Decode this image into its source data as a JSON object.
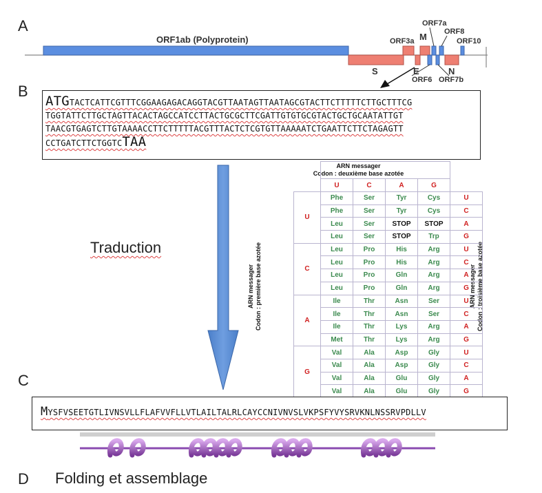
{
  "panels": {
    "a": "A",
    "b": "B",
    "c": "C",
    "d": "D"
  },
  "genome": {
    "orf1ab": "ORF1ab (Polyprotein)",
    "labels": {
      "orf3a": "ORF3a",
      "m": "M",
      "orf7a": "ORF7a",
      "orf8": "ORF8",
      "orf10": "ORF10",
      "s": "S",
      "e": "E",
      "n": "N",
      "orf6": "ORF6",
      "orf7b": "ORF7b"
    },
    "colors": {
      "polyprotein": "#5b8ee0",
      "structural": "#ee7f72"
    }
  },
  "sequence": {
    "start_codon": "ATG",
    "line1": "TACTCATTCGTTTCGGAAGAGACAGGTACGTTAATAGTTAATAGCGTACTTCTTTTTCTTGCTTTCG",
    "line2": "TGGTATTCTTGCTAGTTACACTAGCCATCCTTACTGCGCTTCGATTGTGTGCGTACTGCTGCAATATTGT",
    "line3": "TAACGTGAGTCTTGTAAAACCTTCTTTTTACGTTTACTCTCGTGTTAAAAATCTGAATTCTTCTAGAGTT",
    "line4": "CCTGATCTTCTGGTC",
    "stop_codon": "TAA"
  },
  "translation_label": "Traduction",
  "codon_table": {
    "header_title": "ARN messager",
    "header_sub": "Codon : deuxième base azotée",
    "second_bases": [
      "U",
      "C",
      "A",
      "G"
    ],
    "left_label_1": "ARN messager",
    "left_label_2": "Codon : première base azotée",
    "right_label_1": "ARN messager",
    "right_label_2": "Codon : troisième base azotée",
    "groups": [
      {
        "first": "U",
        "rows": [
          {
            "aa": [
              "Phe",
              "Ser",
              "Tyr",
              "Cys"
            ],
            "third": "U"
          },
          {
            "aa": [
              "Phe",
              "Ser",
              "Tyr",
              "Cys"
            ],
            "third": "C"
          },
          {
            "aa": [
              "Leu",
              "Ser",
              "STOP",
              "STOP"
            ],
            "third": "A"
          },
          {
            "aa": [
              "Leu",
              "Ser",
              "STOP",
              "Trp"
            ],
            "third": "G"
          }
        ]
      },
      {
        "first": "C",
        "rows": [
          {
            "aa": [
              "Leu",
              "Pro",
              "His",
              "Arg"
            ],
            "third": "U"
          },
          {
            "aa": [
              "Leu",
              "Pro",
              "His",
              "Arg"
            ],
            "third": "C"
          },
          {
            "aa": [
              "Leu",
              "Pro",
              "Gln",
              "Arg"
            ],
            "third": "A"
          },
          {
            "aa": [
              "Leu",
              "Pro",
              "Gln",
              "Arg"
            ],
            "third": "G"
          }
        ]
      },
      {
        "first": "A",
        "rows": [
          {
            "aa": [
              "Ile",
              "Thr",
              "Asn",
              "Ser"
            ],
            "third": "U"
          },
          {
            "aa": [
              "Ile",
              "Thr",
              "Asn",
              "Ser"
            ],
            "third": "C"
          },
          {
            "aa": [
              "Ile",
              "Thr",
              "Lys",
              "Arg"
            ],
            "third": "A"
          },
          {
            "aa": [
              "Met",
              "Thr",
              "Lys",
              "Arg"
            ],
            "third": "G"
          }
        ]
      },
      {
        "first": "G",
        "rows": [
          {
            "aa": [
              "Val",
              "Ala",
              "Asp",
              "Gly"
            ],
            "third": "U"
          },
          {
            "aa": [
              "Val",
              "Ala",
              "Asp",
              "Gly"
            ],
            "third": "C"
          },
          {
            "aa": [
              "Val",
              "Ala",
              "Glu",
              "Gly"
            ],
            "third": "A"
          },
          {
            "aa": [
              "Val",
              "Ala",
              "Glu",
              "Gly"
            ],
            "third": "G"
          }
        ]
      }
    ]
  },
  "protein": {
    "first": "M",
    "rest": "YSFVSEETGTLIVNSVLLFLAFVVFLLVTLAILTALRLCAYCCNIVNVSLVKPSFYVYSRVKNLNSSRVPDLLV"
  },
  "folding_label": "Folding et assemblage"
}
